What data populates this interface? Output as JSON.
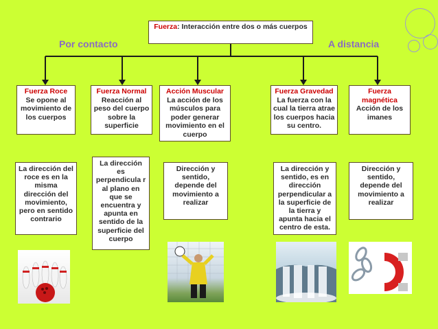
{
  "root": {
    "title": "Fuerza",
    "text": ": Interacción entre dos o más cuerpos"
  },
  "left_label": "Por contacto",
  "right_label": "A distancia",
  "forces": [
    {
      "title": "Fuerza Roce",
      "text": "Se opone al movimiento de los cuerpos"
    },
    {
      "title": "Fuerza Normal",
      "text": "Reacción al peso del cuerpo sobre la superficie"
    },
    {
      "title": "Acción Muscular",
      "text": "La acción de los músculos para poder generar movimiento en el cuerpo"
    },
    {
      "title": "Fuerza Gravedad",
      "text": "La fuerza con la cual la tierra atrae los cuerpos hacia su centro."
    },
    {
      "title": "Fuerza magnética",
      "text": "Acción de los imanes"
    }
  ],
  "descriptions": [
    "La dirección del roce es en la misma dirección del movimiento, pero en sentido contrario",
    "La dirección es perpendicula r al plano en que se encuentra y apunta en sentido de la superficie del cuerpo",
    "Dirección y sentido, depende del movimiento a realizar",
    "La dirección y sentido, es en dirección perpendicular a la superficie de la tierra y apunta hacia el centro de esta.",
    "Dirección y sentido, depende del movimiento a realizar"
  ],
  "images": [
    "bowling-image",
    "goalkeeper-image",
    "waterfall-image",
    "magnet-image"
  ],
  "colors": {
    "background": "#ccff33",
    "title_red": "#cc0000",
    "side_label": "#8a6bc0",
    "line": "#1a1a1a"
  }
}
